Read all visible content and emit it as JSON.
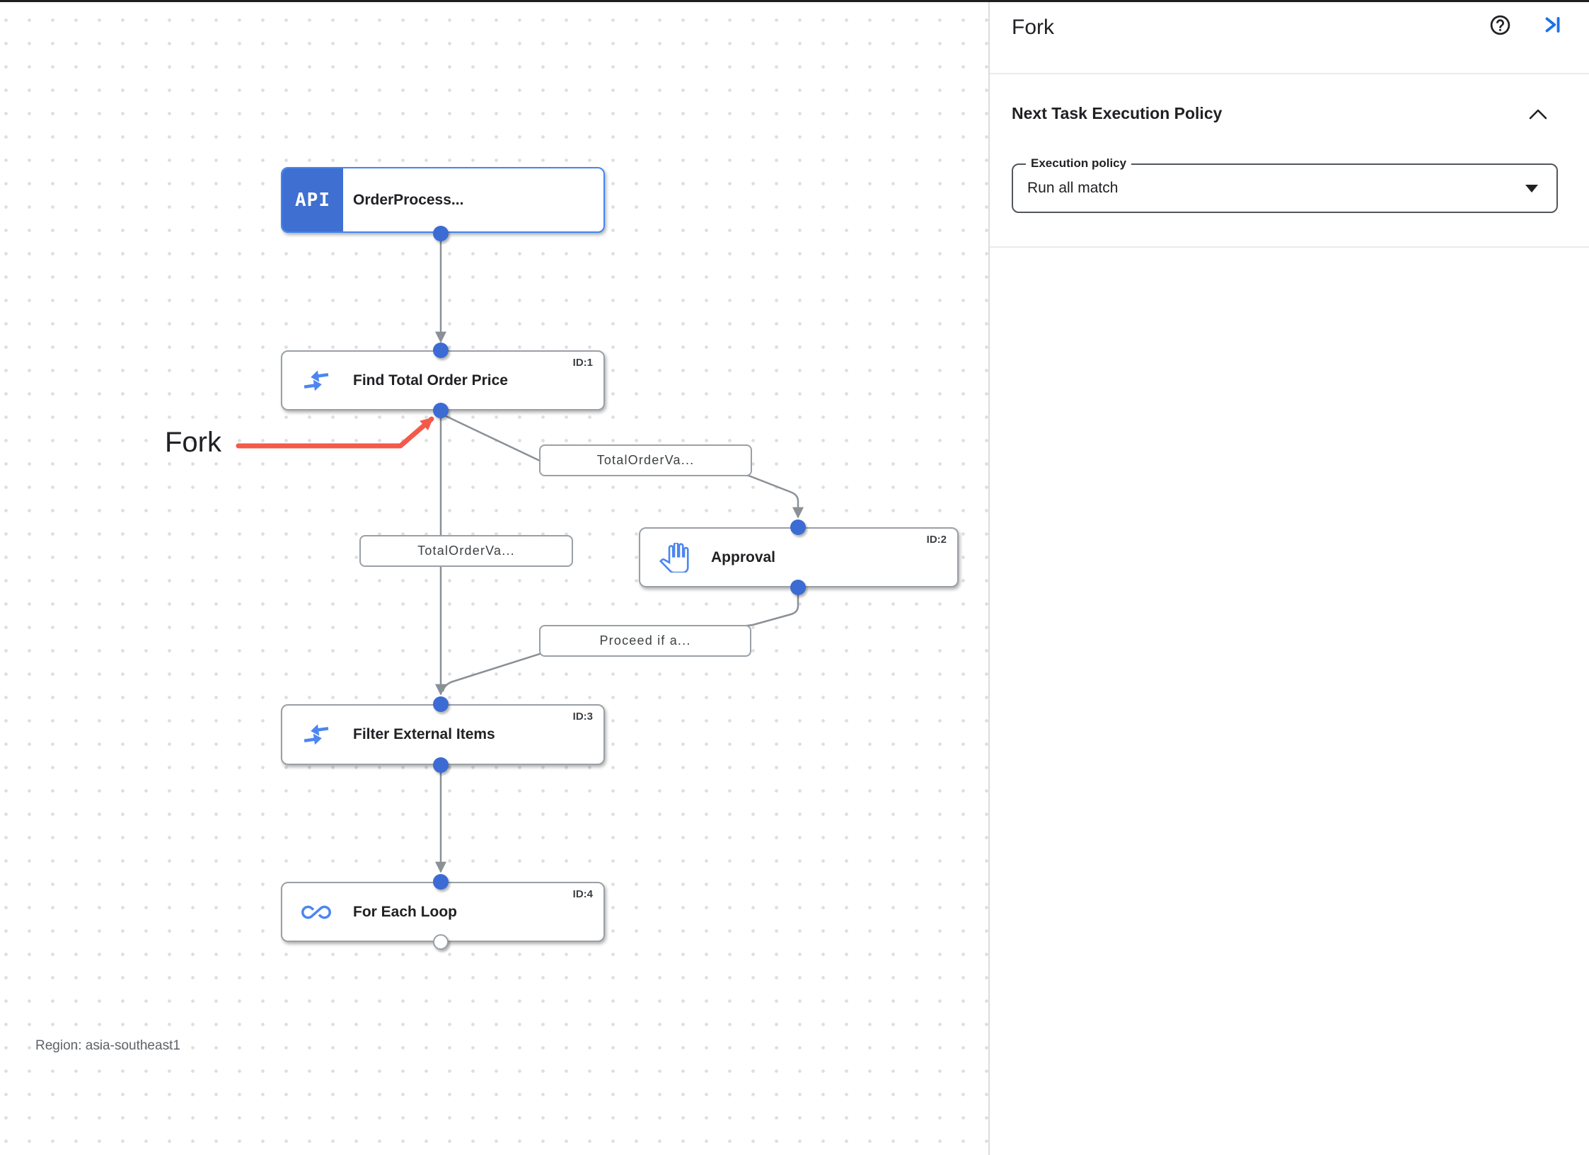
{
  "canvas": {
    "region": "Region: asia-southeast1",
    "fork_annotation": "Fork",
    "nodes": {
      "trigger": {
        "badge": "API",
        "label": "OrderProcess..."
      },
      "find_total": {
        "id": "ID:1",
        "label": "Find Total Order Price"
      },
      "approval": {
        "id": "ID:2",
        "label": "Approval"
      },
      "filter": {
        "id": "ID:3",
        "label": "Filter External Items"
      },
      "foreach": {
        "id": "ID:4",
        "label": "For Each Loop"
      }
    },
    "edges": {
      "branch_right_label": "TotalOrderVa...",
      "branch_down_label": "TotalOrderVa...",
      "approval_out_label": "Proceed if a..."
    }
  },
  "panel": {
    "title": "Fork",
    "section": {
      "heading": "Next Task Execution Policy",
      "field_label": "Execution policy",
      "field_value": "Run all match"
    }
  },
  "colors": {
    "icon_blue": "#4c86f0",
    "badge_blue": "#3e6fd1",
    "port_blue": "#3b6bd3",
    "selected_border_blue": "#4285f4",
    "edge_gray": "#8a9096",
    "annotation_red": "#f4594a",
    "panel_action_blue": "#1a73e8"
  }
}
